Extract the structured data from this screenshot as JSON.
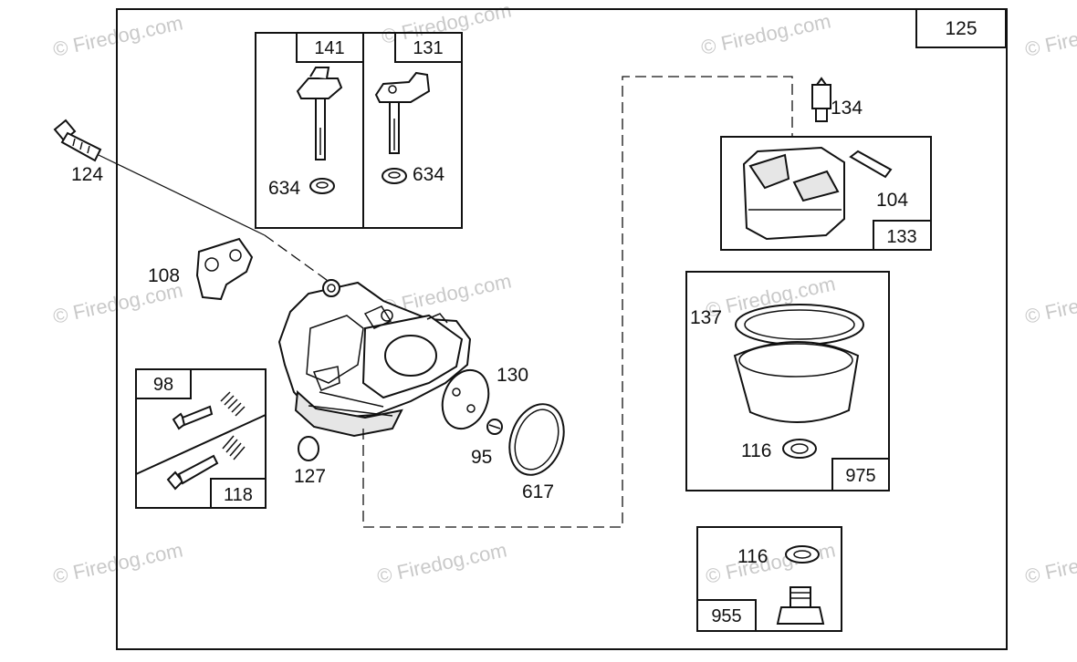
{
  "watermark": "© Firedog.com",
  "assembly_label": "125",
  "boxes": {
    "box_141": "141",
    "box_131": "131",
    "box_98": "98",
    "box_118": "118",
    "box_133": "133",
    "box_975": "975",
    "box_955": "955"
  },
  "part_labels": {
    "p124": "124",
    "p634a": "634",
    "p634b": "634",
    "p108": "108",
    "p130": "130",
    "p95": "95",
    "p617": "617",
    "p127": "127",
    "p134": "134",
    "p104": "104",
    "p137": "137",
    "p116a": "116",
    "p116b": "116"
  }
}
